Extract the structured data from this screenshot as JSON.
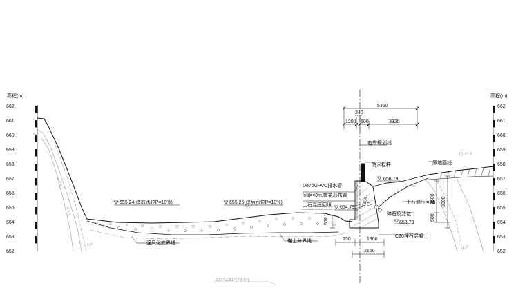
{
  "elevation_ruler": {
    "unit_label": "高程(m)",
    "ticks": [
      "662",
      "661",
      "660",
      "659",
      "658",
      "657",
      "656",
      "655",
      "654",
      "653",
      "652"
    ]
  },
  "dimensions": {
    "top_total": "5360",
    "top_240": "240",
    "top_1200": "1200",
    "top_600": "600",
    "top_3320": "3320",
    "dim_500_left": "500",
    "dim_250": "250",
    "dim_1900": "1900",
    "dim_2150": "2150",
    "dim_2500": "2500",
    "dim_3000": "3000",
    "dim_500_right": "500"
  },
  "water_levels": {
    "before": "655.24(建前水位P=10%)",
    "after": "655.25(建后水位P=10%)",
    "wl_656_79": "656.79",
    "wl_654_79": "654.79",
    "wl_653_79": "653.79"
  },
  "annotations": {
    "bank_control_line": "右岸规划线",
    "railing": "防水栏杆",
    "pipe_1": "De75UPVC排水管",
    "pipe_2": "间距<3m,梅花形布置",
    "riprap_left": "土石混压回填",
    "riprap_right": "土石混压回填",
    "filter_pack": "碎石反滤包",
    "concrete": "C20埋石混凝土",
    "slope_ratio": "1:0.5",
    "weathered_line": "强风化底界线",
    "soil_boundary": "岩土分界线",
    "original_ground": "原地面线",
    "grey_left_q": "Q₄ᵃˡ⁺ᵖˡ",
    "grey_right_q": "Q₄ᵉˡ⁺ᵈˡ",
    "grey_left_bottom": "ε₂ᵇ",
    "grey_right_bottom": "ε₂ᵇ",
    "grey_left_top": "ε₂ᵇ",
    "footer_grey": "231°∠81°(76.5°)"
  }
}
